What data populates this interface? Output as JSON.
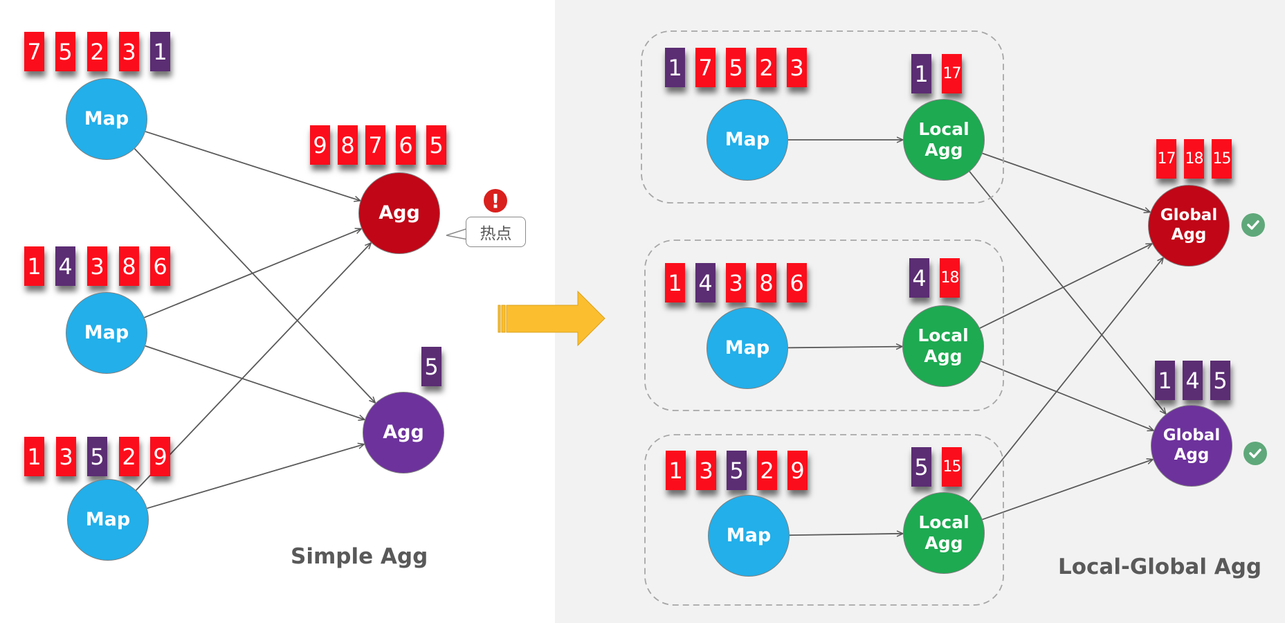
{
  "colors": {
    "red": "#fc0d1b",
    "purple_key": "#5b2d73",
    "map": "#22afea",
    "local_agg": "#1daa51",
    "agg_hot": "#c00617",
    "agg_purple": "#6d329c",
    "check": "#5fa87a",
    "warning": "#d9201d",
    "arrow": "#fbbe2e",
    "panel_bg": "#f2f2f2"
  },
  "simple_agg": {
    "title": "Simple Agg",
    "maps": [
      {
        "label": "Map",
        "keys": [
          {
            "v": "7",
            "c": "red"
          },
          {
            "v": "5",
            "c": "red"
          },
          {
            "v": "2",
            "c": "red"
          },
          {
            "v": "3",
            "c": "red"
          },
          {
            "v": "1",
            "c": "purple"
          }
        ]
      },
      {
        "label": "Map",
        "keys": [
          {
            "v": "1",
            "c": "red"
          },
          {
            "v": "4",
            "c": "purple"
          },
          {
            "v": "3",
            "c": "red"
          },
          {
            "v": "8",
            "c": "red"
          },
          {
            "v": "6",
            "c": "red"
          }
        ]
      },
      {
        "label": "Map",
        "keys": [
          {
            "v": "1",
            "c": "red"
          },
          {
            "v": "3",
            "c": "red"
          },
          {
            "v": "5",
            "c": "purple"
          },
          {
            "v": "2",
            "c": "red"
          },
          {
            "v": "9",
            "c": "red"
          }
        ]
      }
    ],
    "aggs": [
      {
        "label": "Agg",
        "color": "red",
        "keys": [
          {
            "v": "9",
            "c": "red"
          },
          {
            "v": "8",
            "c": "red"
          },
          {
            "v": "7",
            "c": "red"
          },
          {
            "v": "6",
            "c": "red"
          },
          {
            "v": "5",
            "c": "red"
          }
        ]
      },
      {
        "label": "Agg",
        "color": "purple",
        "keys": [
          {
            "v": "5",
            "c": "purple"
          }
        ]
      }
    ],
    "hotspot": {
      "icon": "exclamation-icon",
      "symbol": "!",
      "label": "热点"
    }
  },
  "transition_arrow": {
    "icon": "arrow-right-icon"
  },
  "local_global_agg": {
    "title": "Local-Global Agg",
    "groups": [
      {
        "map_label": "Map",
        "local_label": [
          "Local",
          "Agg"
        ],
        "map_keys": [
          {
            "v": "1",
            "c": "purple"
          },
          {
            "v": "7",
            "c": "red"
          },
          {
            "v": "5",
            "c": "red"
          },
          {
            "v": "2",
            "c": "red"
          },
          {
            "v": "3",
            "c": "red"
          }
        ],
        "local_keys": [
          {
            "v": "1",
            "c": "purple"
          },
          {
            "v": "17",
            "c": "red"
          }
        ]
      },
      {
        "map_label": "Map",
        "local_label": [
          "Local",
          "Agg"
        ],
        "map_keys": [
          {
            "v": "1",
            "c": "red"
          },
          {
            "v": "4",
            "c": "purple"
          },
          {
            "v": "3",
            "c": "red"
          },
          {
            "v": "8",
            "c": "red"
          },
          {
            "v": "6",
            "c": "red"
          }
        ],
        "local_keys": [
          {
            "v": "4",
            "c": "purple"
          },
          {
            "v": "18",
            "c": "red"
          }
        ]
      },
      {
        "map_label": "Map",
        "local_label": [
          "Local",
          "Agg"
        ],
        "map_keys": [
          {
            "v": "1",
            "c": "red"
          },
          {
            "v": "3",
            "c": "red"
          },
          {
            "v": "5",
            "c": "purple"
          },
          {
            "v": "2",
            "c": "red"
          },
          {
            "v": "9",
            "c": "red"
          }
        ],
        "local_keys": [
          {
            "v": "5",
            "c": "purple"
          },
          {
            "v": "15",
            "c": "red"
          }
        ]
      }
    ],
    "globals": [
      {
        "label": [
          "Global",
          "Agg"
        ],
        "color": "red",
        "keys": [
          {
            "v": "17",
            "c": "red"
          },
          {
            "v": "18",
            "c": "red"
          },
          {
            "v": "15",
            "c": "red"
          }
        ],
        "status_icon": "check-circle-icon"
      },
      {
        "label": [
          "Global",
          "Agg"
        ],
        "color": "purple",
        "keys": [
          {
            "v": "1",
            "c": "purple"
          },
          {
            "v": "4",
            "c": "purple"
          },
          {
            "v": "5",
            "c": "purple"
          }
        ],
        "status_icon": "check-circle-icon"
      }
    ]
  }
}
